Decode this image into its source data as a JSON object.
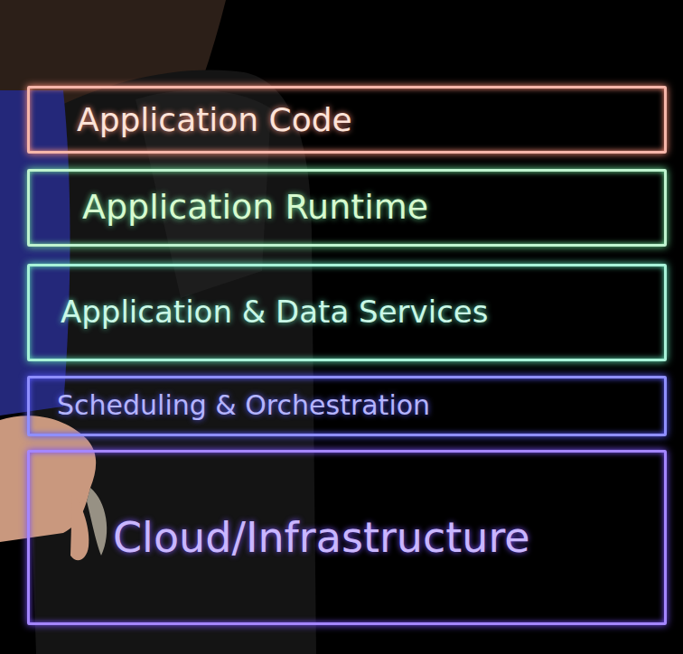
{
  "diagram": {
    "nodes": [
      {
        "text": [
          "Application Code"
        ]
      },
      {
        "text": [
          "Application Runtime"
        ]
      },
      {
        "text": [
          "Application & Data Services"
        ]
      },
      {
        "text": [
          "Scheduling & Orchestration"
        ]
      },
      {
        "text": [
          "Cloud/Infrastructure"
        ]
      }
    ]
  }
}
